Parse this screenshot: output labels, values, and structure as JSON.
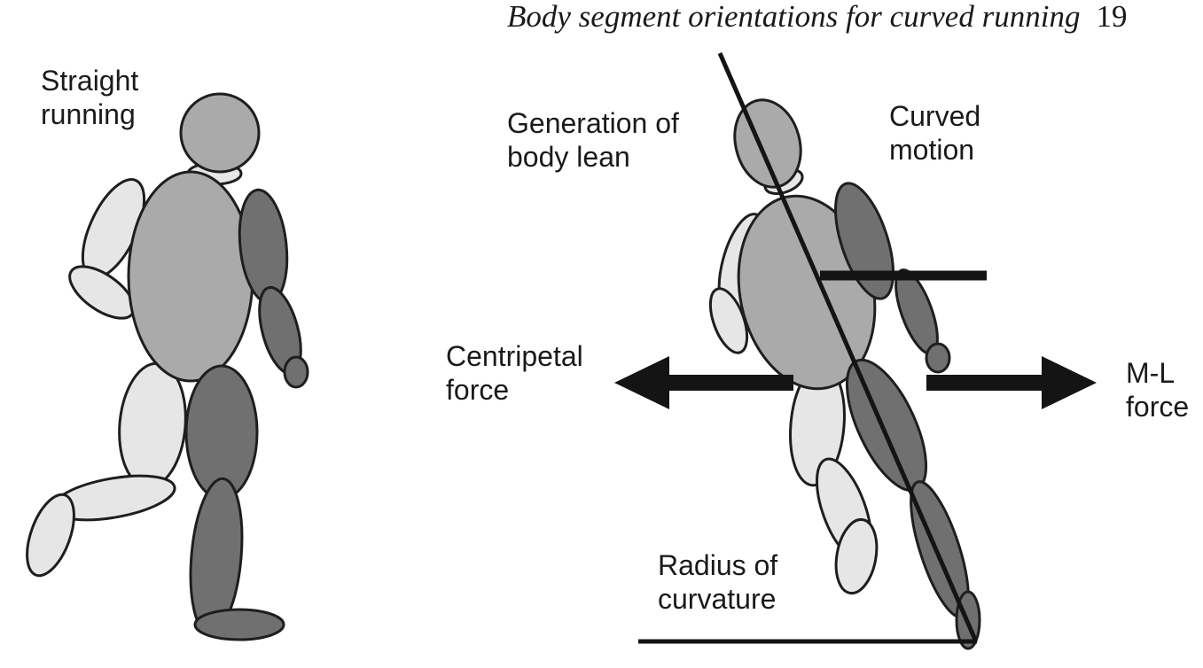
{
  "header": {
    "title": "Body segment orientations for curved running",
    "page_number": "19"
  },
  "labels": {
    "straight_running": [
      "Straight",
      "running"
    ],
    "generation_of_body_lean": [
      "Generation of",
      "body lean"
    ],
    "curved_motion": [
      "Curved",
      "motion"
    ],
    "centripetal_force": [
      "Centripetal",
      "force"
    ],
    "ml_force": [
      "M-L",
      "force"
    ],
    "radius_of_curvature": [
      "Radius of",
      "curvature"
    ]
  },
  "colors": {
    "light_segment": "#e6e6e6",
    "mid_segment": "#aaaaaa",
    "dark_segment": "#707070",
    "outline": "#1e1e1e",
    "arrow": "#141414"
  }
}
